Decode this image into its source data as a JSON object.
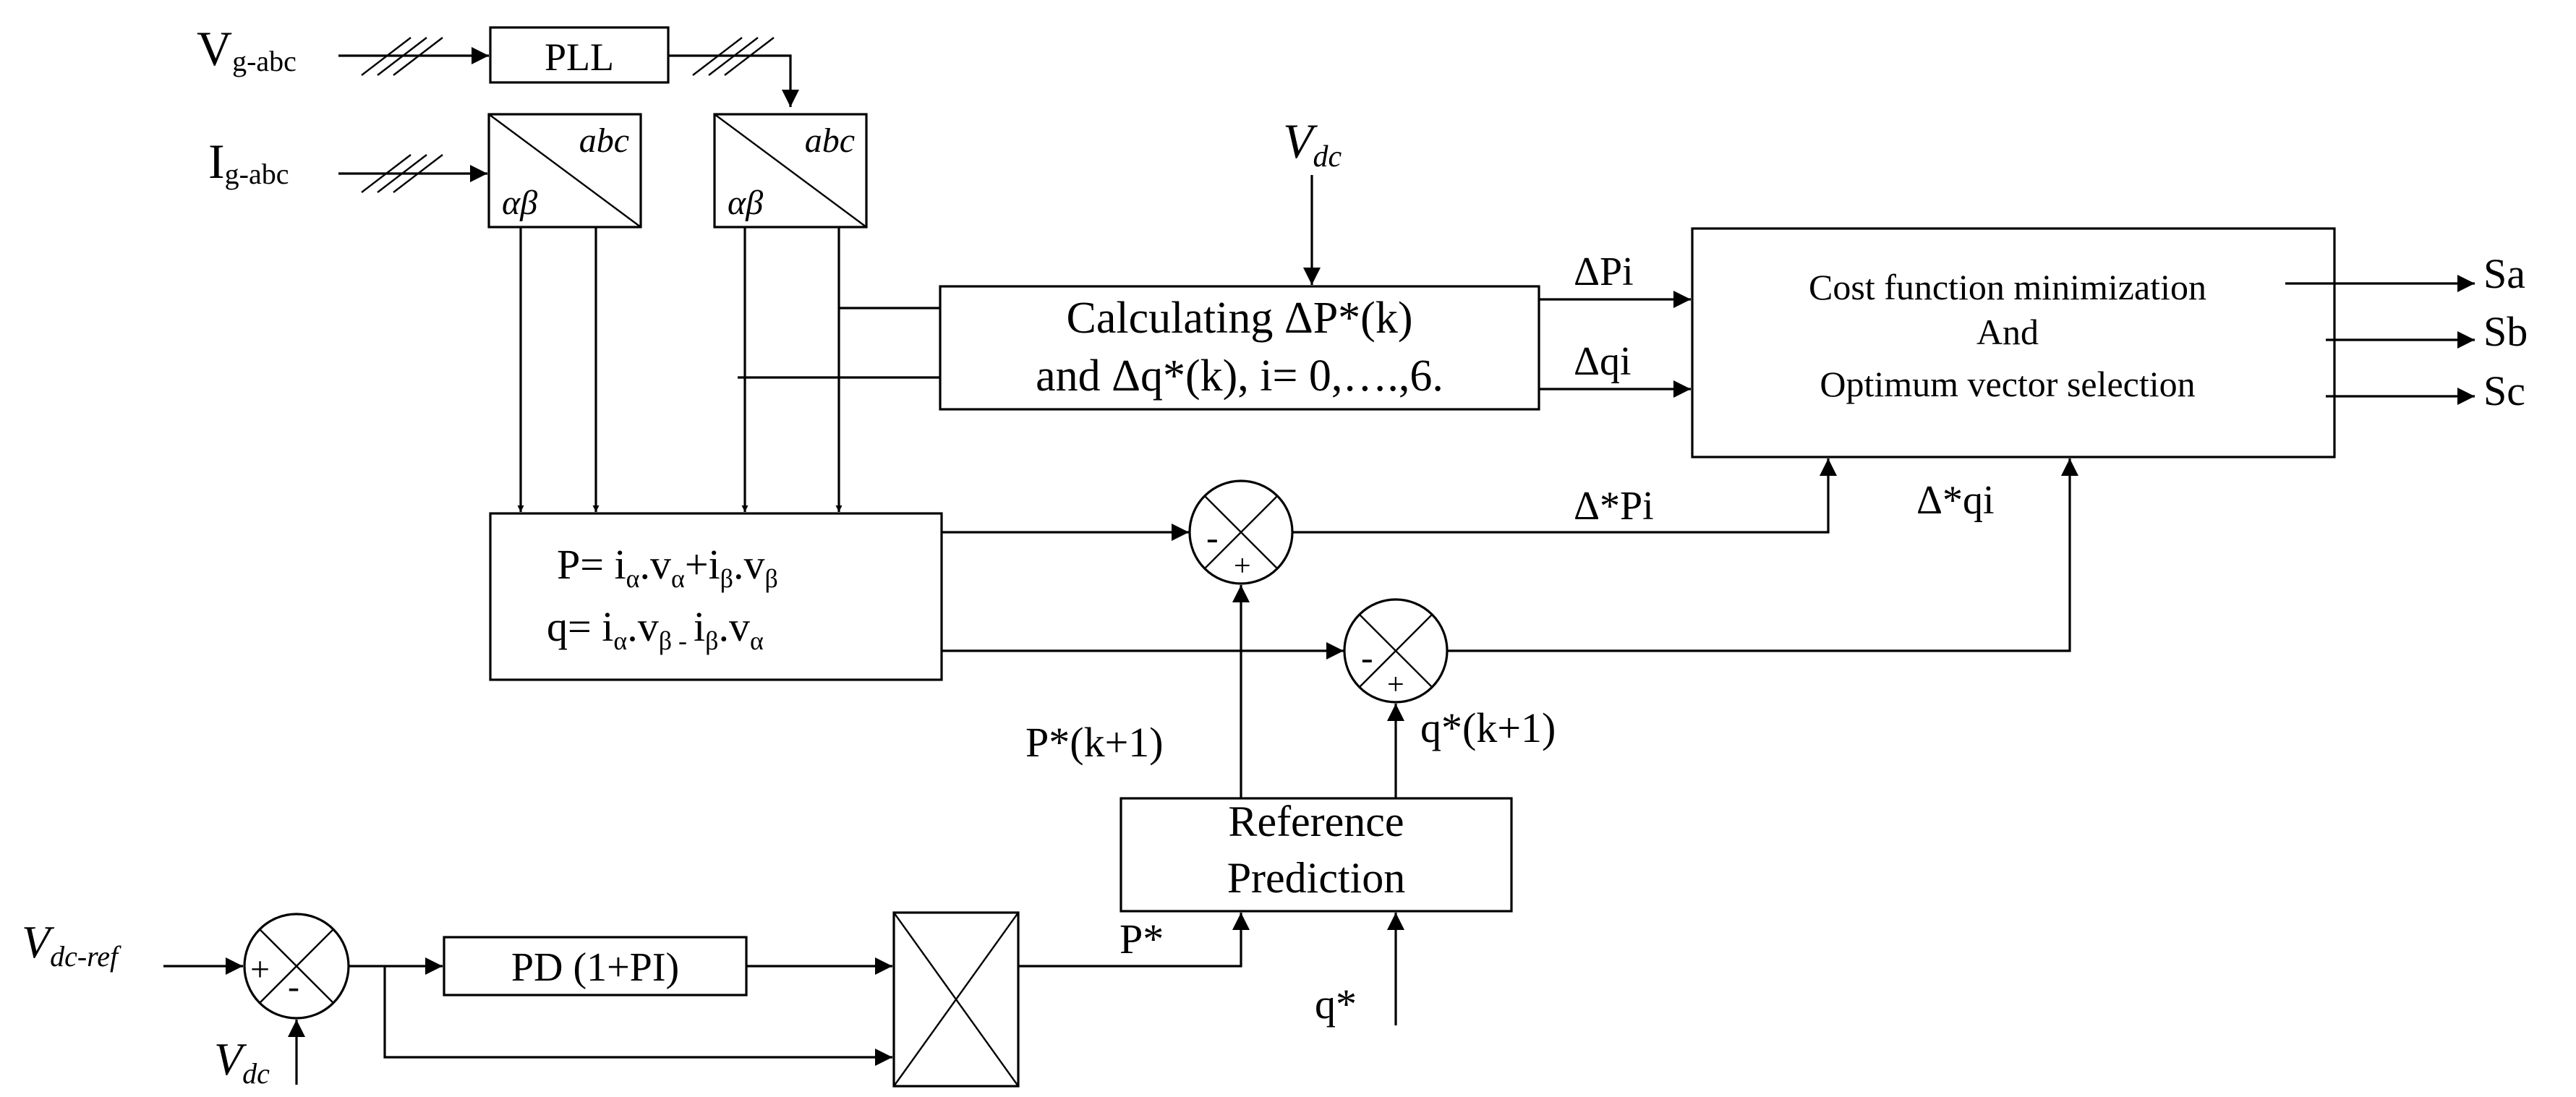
{
  "inputs": {
    "vg": {
      "main": "V",
      "sub": "g-abc"
    },
    "ig": {
      "main": "I",
      "sub": "g-abc"
    },
    "vdc_top": {
      "main": "V",
      "sub": "dc"
    },
    "vdc_ref": {
      "main": "V",
      "sub": "dc-ref"
    },
    "vdc_bottom": {
      "main": "V",
      "sub": "dc"
    }
  },
  "blocks": {
    "pll": "PLL",
    "transform_top": "abc",
    "transform_bottom": "αβ",
    "calc_line1": "Calculating ΔP*(k)",
    "calc_line2": "and Δq*(k), i= 0,….,6.",
    "cost_line1": "Cost function minimization",
    "cost_line2": "And",
    "cost_line3": "Optimum vector selection",
    "power_p": {
      "a": "P= i",
      "a_sub": "α",
      "b": ".v",
      "b_sub": "α",
      "c": "+i",
      "c_sub": "β",
      "d": ".v",
      "d_sub": "β"
    },
    "power_q": {
      "a": "q= i",
      "a_sub": "α",
      "b": ".v",
      "b_sub": "β - ",
      "c": "i",
      "c_sub": "β",
      "d": ".v",
      "d_sub": "α"
    },
    "pd": "PD (1+PI)",
    "ref_line1": "Reference",
    "ref_line2": "Prediction"
  },
  "signals": {
    "delta_pi": "ΔPi",
    "delta_qi": "Δqi",
    "delta_star_pi": "Δ*Pi",
    "delta_star_qi": "Δ*qi",
    "p_k1": "P*(k+1)",
    "q_k1": "q*(k+1)",
    "p_star": "P*",
    "q_star": "q*",
    "sa": "Sa",
    "sb": "Sb",
    "sc": "Sc"
  },
  "summers": {
    "minus": "-",
    "plus": "+"
  }
}
